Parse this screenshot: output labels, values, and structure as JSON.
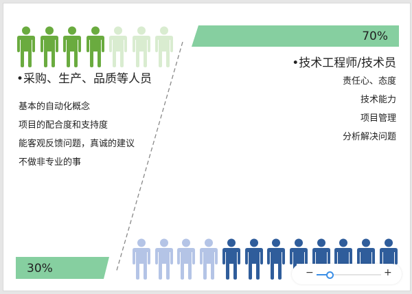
{
  "left_group": {
    "heading": "•采购、生产、品质等人员",
    "items": [
      "基本的自动化概念",
      "项目的配合度和支持度",
      "能客观反馈问题，真诚的建议",
      "不做非专业的事"
    ],
    "percent_label": "30%",
    "figures_total": 7,
    "figures_filled": 4,
    "color_filled": "#6aab3f",
    "color_empty": "#d9ecd0"
  },
  "right_group": {
    "heading": "•技术工程师/技术员",
    "items": [
      "责任心、态度",
      "技术能力",
      "项目管理",
      "分析解决问题"
    ],
    "percent_label": "70%",
    "figures_total": 12,
    "figures_light": 4,
    "color_filled": "#2f5d9b",
    "color_empty": "#b4c4e6"
  },
  "banner_color": "#86cfa0",
  "zoom_control": {
    "minus": "−",
    "plus": "+",
    "level": 0.2
  }
}
